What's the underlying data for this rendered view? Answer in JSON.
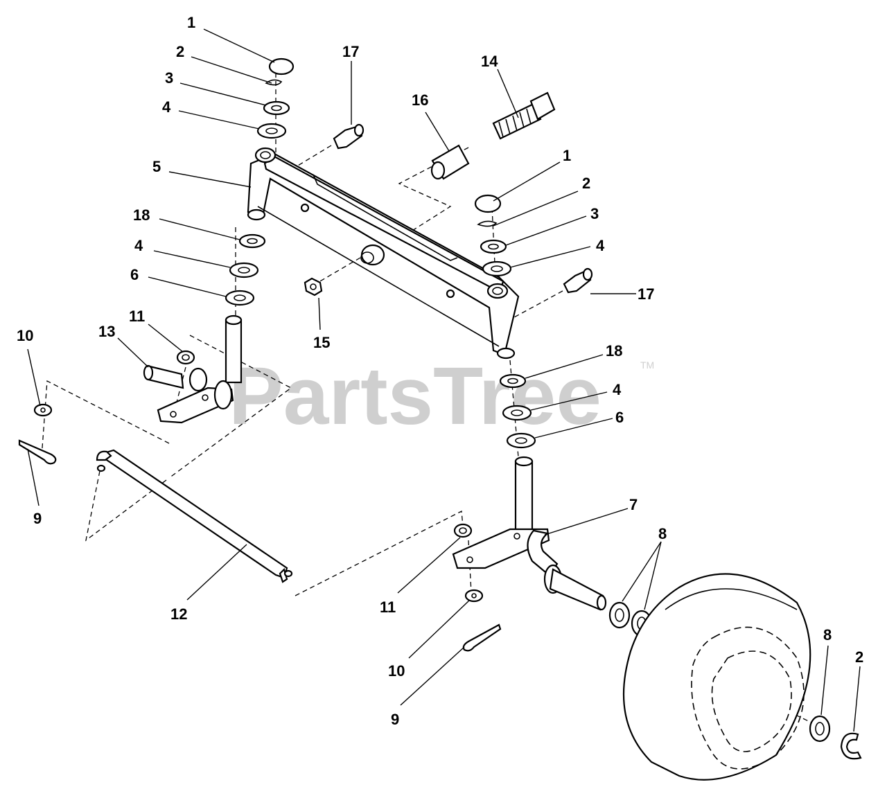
{
  "watermark": {
    "brand": "PartsTree",
    "mark": "TM"
  },
  "callouts": {
    "c1a": "1",
    "c2a": "2",
    "c3a": "3",
    "c4a": "4",
    "c17a": "17",
    "c14": "14",
    "c16": "16",
    "c5": "5",
    "c1b": "1",
    "c2b": "2",
    "c3b": "3",
    "c4b": "4",
    "c18a": "18",
    "c4c": "4",
    "c6a": "6",
    "c17b": "17",
    "c15": "15",
    "c11a": "11",
    "c13": "13",
    "c10a": "10",
    "c9a": "9",
    "c18b": "18",
    "c4d": "4",
    "c6b": "6",
    "c7": "7",
    "c8a": "8",
    "c12": "12",
    "c11b": "11",
    "c10b": "10",
    "c9b": "9",
    "c8b": "8",
    "c2c": "2"
  }
}
